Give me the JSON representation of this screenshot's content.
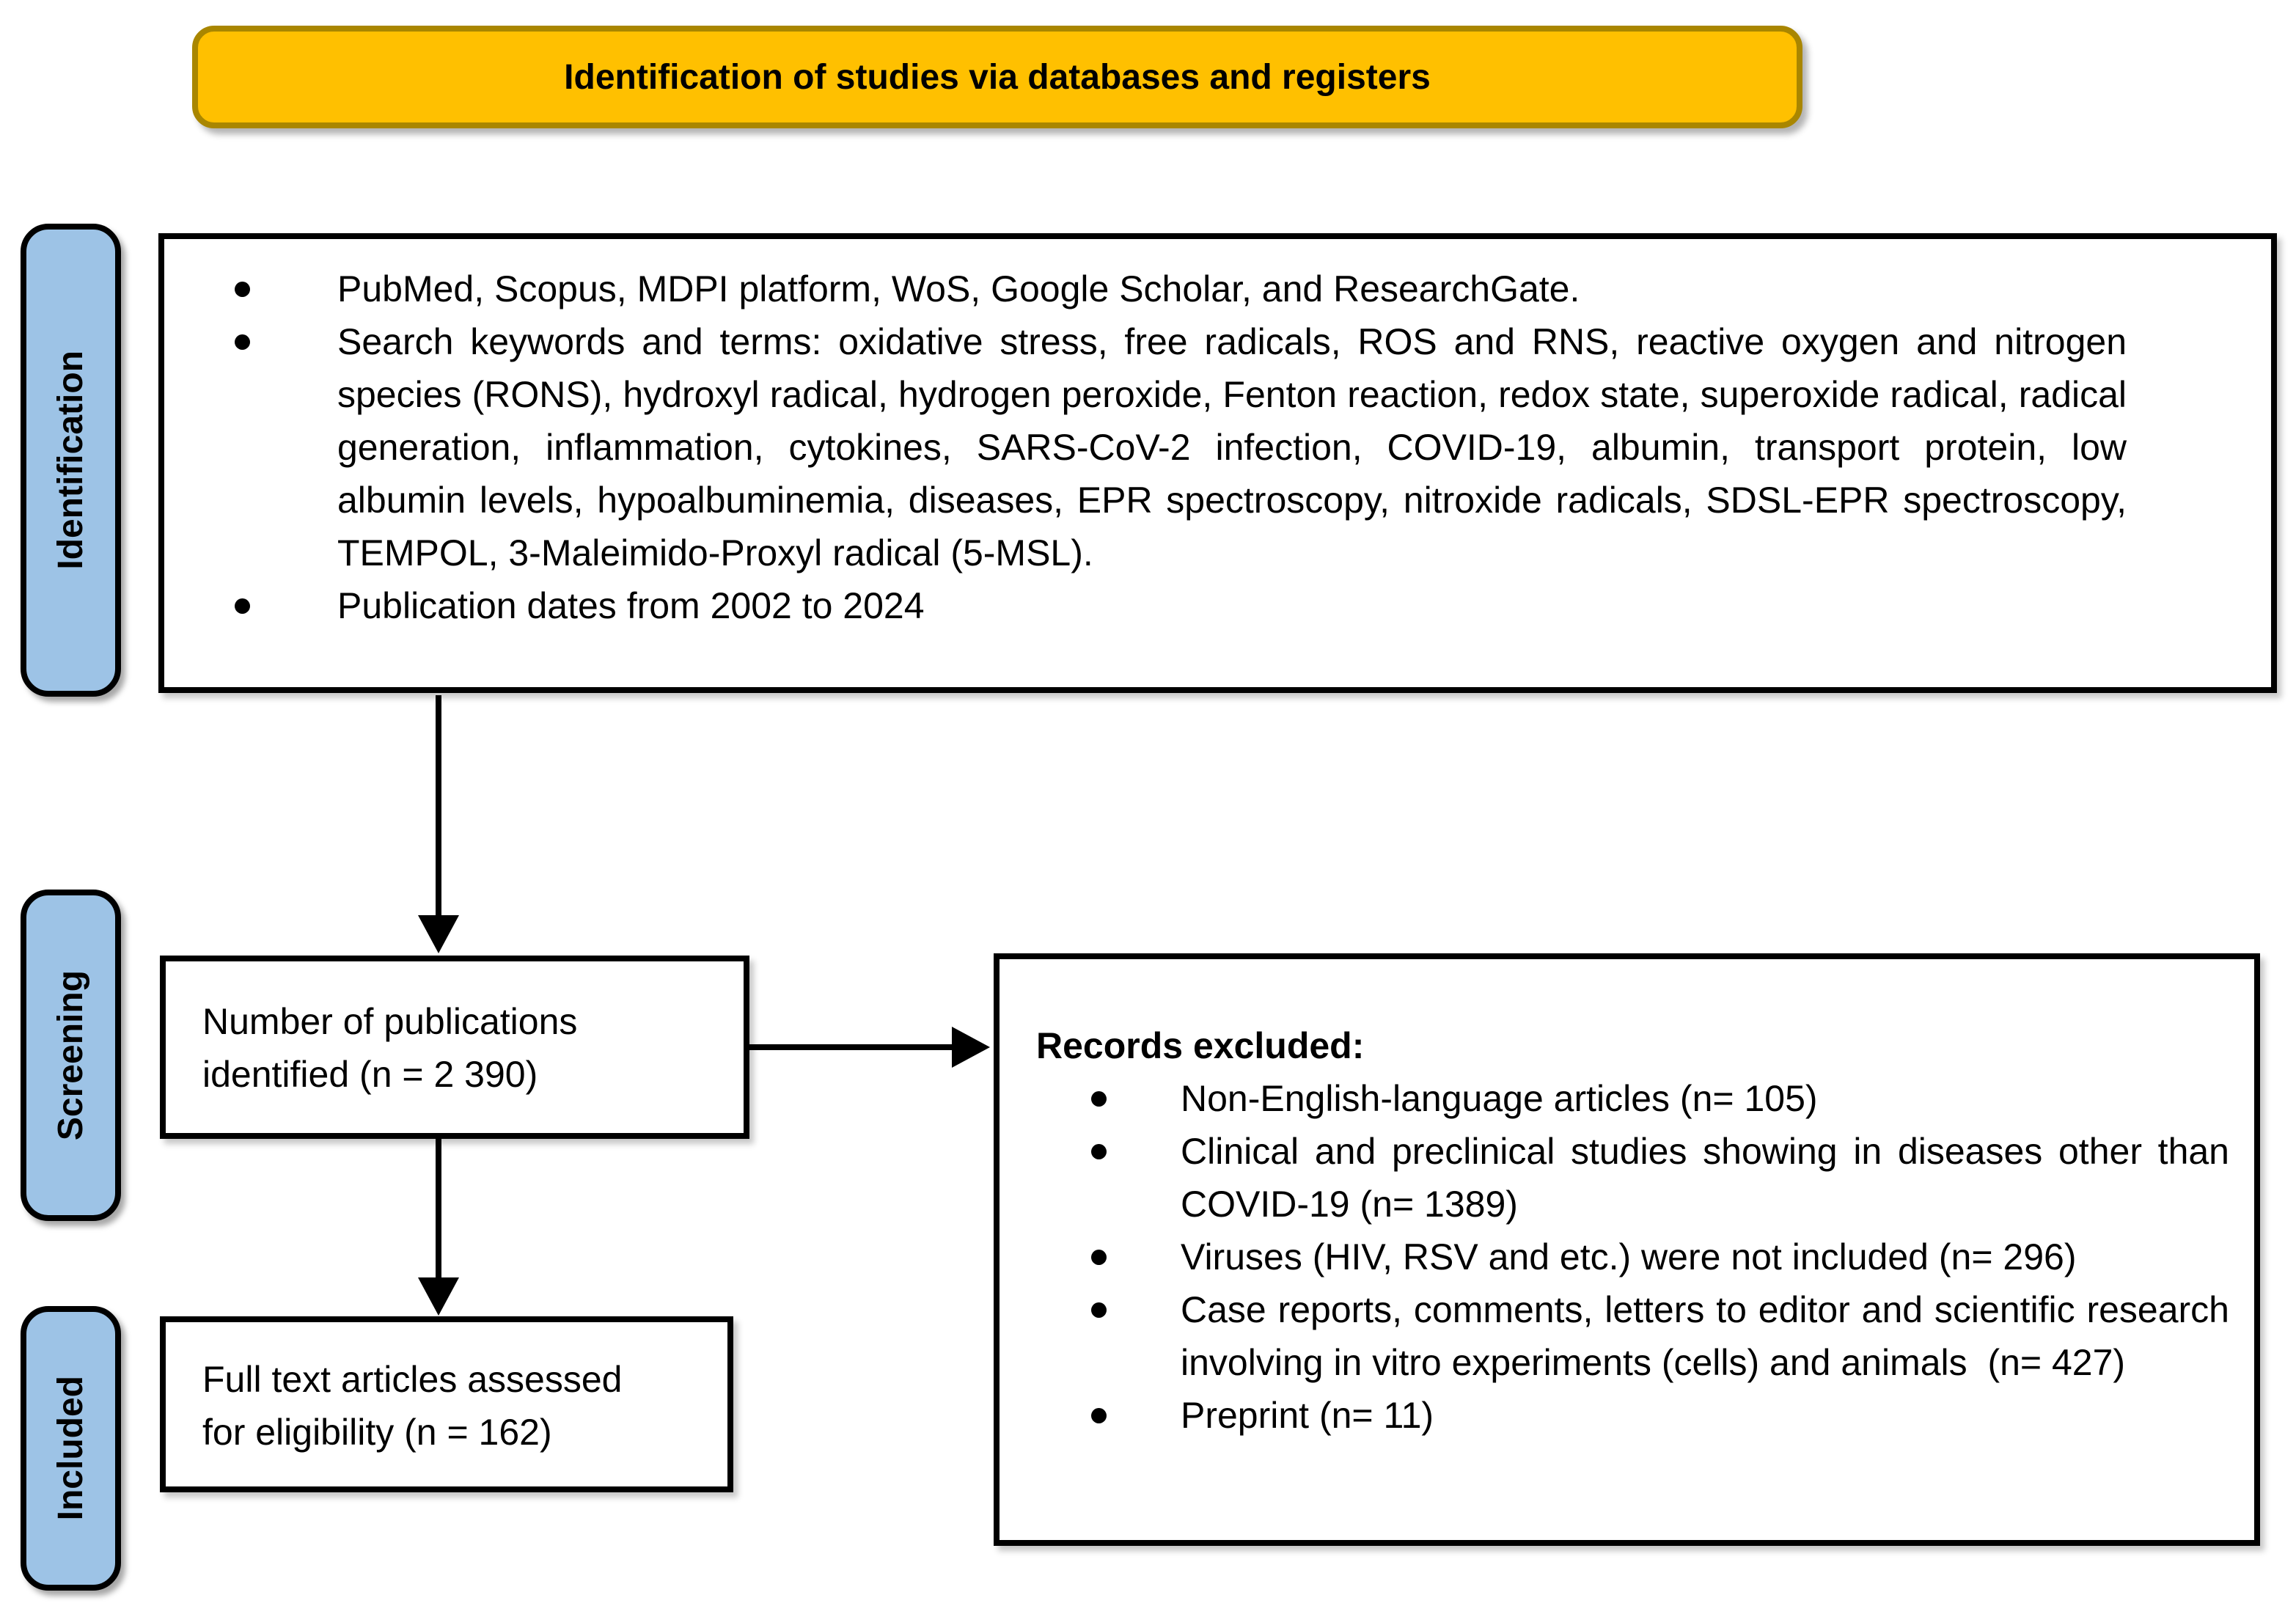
{
  "header": {
    "title": "Identification of studies via databases and registers"
  },
  "sidebar": {
    "stages": [
      {
        "label": "Identification"
      },
      {
        "label": "Screening"
      },
      {
        "label": "Included"
      }
    ]
  },
  "identification_box": {
    "bullets": [
      "PubMed, Scopus, MDPI platform, WoS, Google Scholar, and ResearchGate.",
      "Search keywords and terms: oxidative stress, free radicals, ROS and RNS, reactive oxygen and nitrogen species (RONS), hydroxyl radical, hydrogen peroxide, Fenton reaction, redox state, superoxide radical, radical generation, inflammation, cytokines, SARS-CoV-2 infection, COVID-19, albumin, transport protein, low albumin levels, hypoalbuminemia, diseases, EPR spectroscopy, nitroxide radicals, SDSL-EPR spectroscopy, TEMPOL, 3-Maleimido-Proxyl radical (5-MSL).",
      "Publication dates from 2002 to 2024"
    ]
  },
  "screening_box": {
    "text": "Number of publications identified (n = 2 390)"
  },
  "included_box": {
    "text": "Full text articles assessed for eligibility (n = 162)"
  },
  "excluded_box": {
    "title": "Records excluded:",
    "bullets": [
      "Non-English-language articles (n= 105)",
      "Clinical and preclinical studies showing in diseases other than COVID-19 (n= 1389)",
      "Viruses (HIV, RSV and etc.) were not included (n= 296)",
      "Case reports, comments, letters to editor and scientific research involving in vitro experiments (cells) and animals  (n= 427)",
      "Preprint (n= 11)"
    ]
  },
  "colors": {
    "header_fill": "#FFC000",
    "header_border": "#A98600",
    "stage_fill": "#9DC3E6",
    "box_border": "#000000",
    "arrow": "#000000"
  }
}
